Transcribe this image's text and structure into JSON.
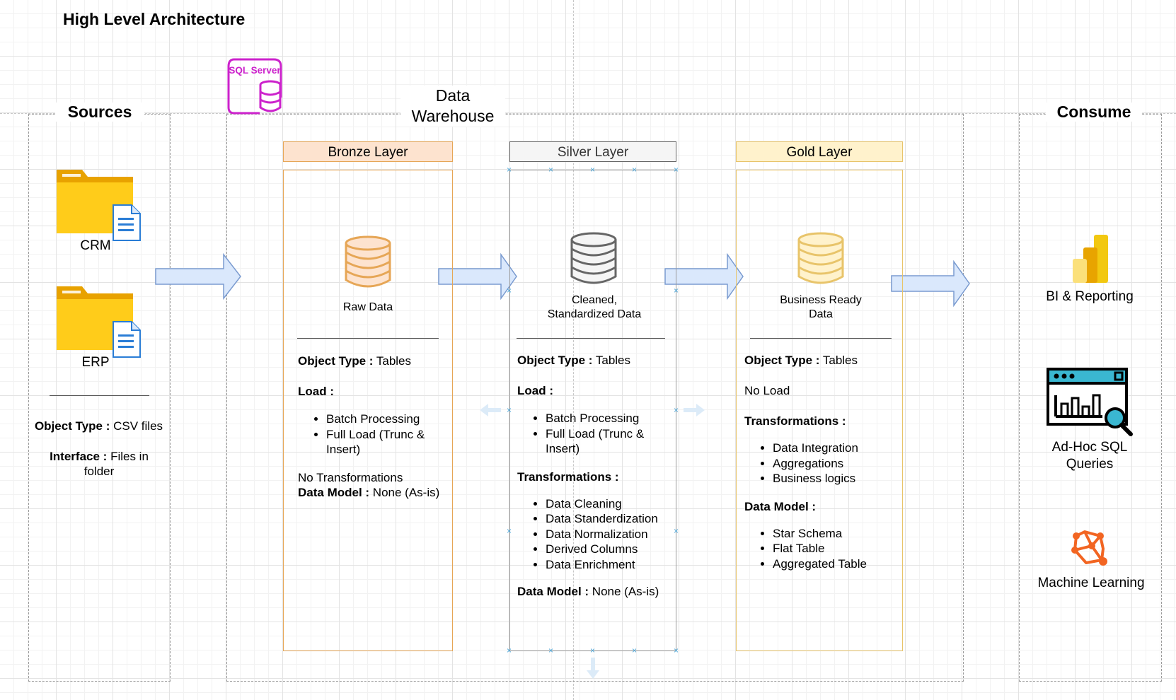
{
  "title": "High Level Architecture",
  "sources": {
    "title": "Sources",
    "items": [
      {
        "label": "CRM",
        "icon": "folder-document-icon"
      },
      {
        "label": "ERP",
        "icon": "folder-document-icon"
      }
    ],
    "object_type_label": "Object Type :",
    "object_type_value": "CSV files",
    "interface_label": "Interface :",
    "interface_value": "Files in folder"
  },
  "warehouse": {
    "logo_text": "SQL Server",
    "title": "Data Warehouse"
  },
  "bronze": {
    "header": "Bronze Layer",
    "caption": "Raw Data",
    "object_type_label": "Object Type :",
    "object_type_value": "Tables",
    "load_label": "Load :",
    "load_items": [
      "Batch Processing",
      "Full Load (Trunc & Insert)"
    ],
    "transformations_text": "No Transformations",
    "data_model_label": "Data Model :",
    "data_model_value": "None (As-is)"
  },
  "silver": {
    "header": "Silver Layer",
    "caption": "Cleaned, Standardized Data",
    "object_type_label": "Object Type :",
    "object_type_value": "Tables",
    "load_label": "Load :",
    "load_items": [
      "Batch Processing",
      "Full Load (Trunc & Insert)"
    ],
    "transformations_label": "Transformations :",
    "transformation_items": [
      "Data Cleaning",
      "Data Standerdization",
      "Data Normalization",
      "Derived Columns",
      "Data Enrichment"
    ],
    "data_model_label": "Data Model :",
    "data_model_value": "None (As-is)"
  },
  "gold": {
    "header": "Gold Layer",
    "caption": "Business Ready Data",
    "object_type_label": "Object Type :",
    "object_type_value": "Tables",
    "load_text": "No Load",
    "transformations_label": "Transformations :",
    "transformation_items": [
      "Data Integration",
      "Aggregations",
      "Business logics"
    ],
    "data_model_label": "Data Model :",
    "data_model_items": [
      "Star Schema",
      "Flat Table",
      "Aggregated Table"
    ]
  },
  "consume": {
    "title": "Consume",
    "items": [
      {
        "label": "BI & Reporting",
        "icon": "power-bi-icon"
      },
      {
        "label": "Ad-Hoc SQL Queries",
        "icon": "analytics-dashboard-icon"
      },
      {
        "label": "Machine Learning",
        "icon": "machine-learning-icon"
      }
    ]
  },
  "colors": {
    "bronze_fill": "#fde3cf",
    "bronze_stroke": "#e6a656",
    "silver_fill": "#f5f5f5",
    "silver_stroke": "#666666",
    "gold_fill": "#fff2cc",
    "gold_stroke": "#e8c46a",
    "arrow_fill": "#dae8fc",
    "arrow_stroke": "#7a9bd0",
    "sql_server": "#cc22cc",
    "ml_orange": "#f26522"
  }
}
